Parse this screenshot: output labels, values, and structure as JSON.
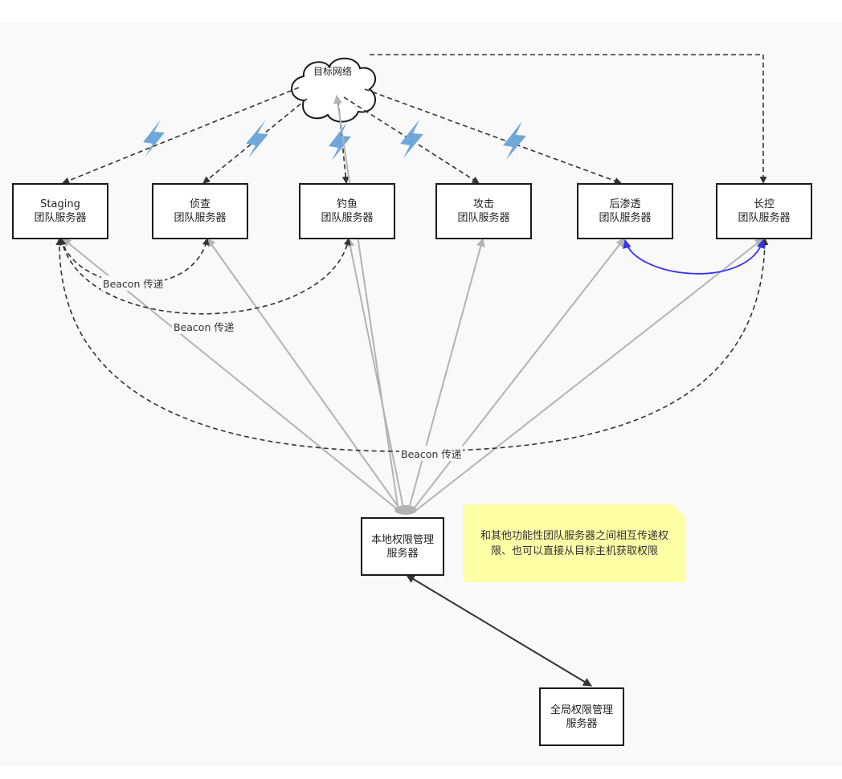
{
  "cloud": {
    "label": "目标网络"
  },
  "servers": [
    {
      "id": "staging",
      "line1": "Staging",
      "line2": "团队服务器"
    },
    {
      "id": "recon",
      "line1": "侦查",
      "line2": "团队服务器"
    },
    {
      "id": "phishing",
      "line1": "钓鱼",
      "line2": "团队服务器"
    },
    {
      "id": "attack",
      "line1": "攻击",
      "line2": "团队服务器"
    },
    {
      "id": "post-exploit",
      "line1": "后渗透",
      "line2": "团队服务器"
    },
    {
      "id": "long-control",
      "line1": "长控",
      "line2": "团队服务器"
    }
  ],
  "local_manager": {
    "line1": "本地权限管理",
    "line2": "服务器"
  },
  "global_manager": {
    "line1": "全局权限管理",
    "line2": "服务器"
  },
  "edge_labels": {
    "beacon_1": "Beacon 传递",
    "beacon_2": "Beacon 传递",
    "beacon_3": "Beacon 传递"
  },
  "note": {
    "text": "和其他功能性团队服务器之间相互传递权限、也可以直接从目标主机获取权限"
  },
  "colors": {
    "dashed_edge": "#333333",
    "gray_edge": "#b3b3b3",
    "blue_edge": "#3333ee",
    "lightning": "#6fa8d8",
    "note_bg": "#ffffa6"
  },
  "icons": {
    "lightning": "lightning-icon",
    "cloud": "cloud-icon"
  }
}
